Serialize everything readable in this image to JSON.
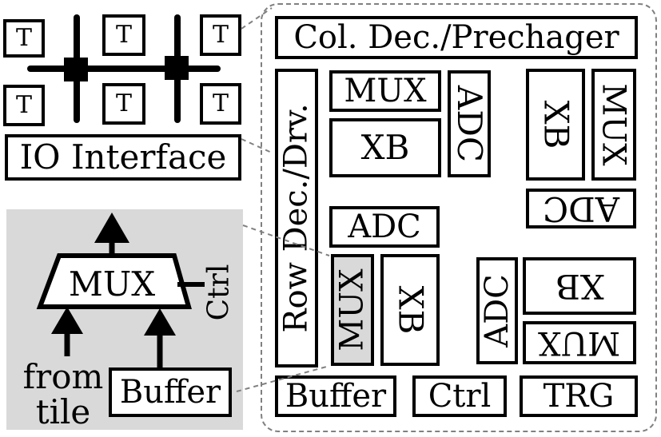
{
  "tile": {
    "t_label": "T",
    "io_interface": "IO Interface"
  },
  "router": {
    "mux": "MUX",
    "ctrl": "Ctrl",
    "buffer": "Buffer",
    "from_tile_line1": "from",
    "from_tile_line2": "tile"
  },
  "pe": {
    "col_dec": "Col. Dec./Prechager",
    "row_dec": "Row Dec./Drv.",
    "mux": "MUX",
    "adc": "ADC",
    "xb": "XB",
    "buffer": "Buffer",
    "ctrl": "Ctrl",
    "trg": "TRG"
  },
  "colors": {
    "stroke": "#000000",
    "panel_gray": "#d9d9d9",
    "dashed": "#808080",
    "background": "#ffffff"
  }
}
